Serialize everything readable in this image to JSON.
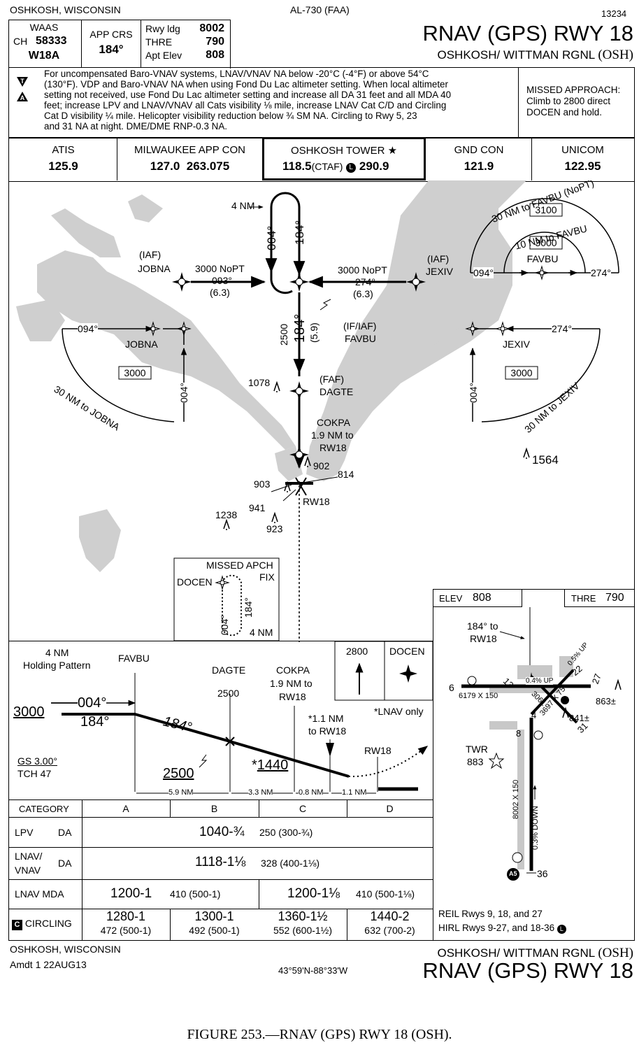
{
  "header": {
    "location": "OSHKOSH, WISCONSIN",
    "procedure_id": "AL-730 (FAA)",
    "chart_number": "13234",
    "title": "RNAV (GPS) RWY 18",
    "airport": "OSHKOSH/ WITTMAN RGNL",
    "airport_id": "(OSH)"
  },
  "briefing": {
    "waas_label": "WAAS",
    "ch_label": "CH",
    "ch_value": "58333",
    "waas_id": "W18A",
    "app_crs_label": "APP CRS",
    "app_crs_value": "184°",
    "rwy_ldg_label": "Rwy ldg",
    "rwy_ldg_value": "8002",
    "thre_label": "THRE",
    "thre_value": "790",
    "apt_elev_label": "Apt Elev",
    "apt_elev_value": "808"
  },
  "notes": {
    "line1": "For uncompensated Baro-VNAV systems, LNAV/VNAV NA below -20°C (-4°F) or above 54°C",
    "line2": "(130°F).  VDP and Baro-VNAV NA when using Fond Du Lac altimeter setting.  When local altimeter",
    "line3": "setting not received, use Fond Du Lac altimeter setting and increase all DA 31 feet and all MDA 40",
    "line4": "feet; increase LPV and LNAV/VNAV all Cats visibility ⅛ mile, increase LNAV Cat C/D and Circling",
    "line5": "Cat D visibility ¼ mile.  Helicopter visibility reduction below ¾ SM NA.  Circling to Rwy 5, 23",
    "line6": "and 31 NA at night.  DME/DME RNP-0.3 NA.",
    "missed_l1": "MISSED APPROACH:",
    "missed_l2": "Climb to 2800 direct",
    "missed_l3": "DOCEN and hold."
  },
  "comms": [
    {
      "label": "ATIS",
      "value": "125.9"
    },
    {
      "label": "MILWAUKEE APP CON",
      "value": "127.0  263.075"
    },
    {
      "label": "OSHKOSH TOWER ★",
      "value": "118.5",
      "ctaf": "(CTAF)",
      "ctaf_icon": "L",
      "value2": "290.9"
    },
    {
      "label": "GND CON",
      "value": "121.9"
    },
    {
      "label": "UNICOM",
      "value": "122.95"
    }
  ],
  "plan": {
    "hold_dist": "4 NM",
    "hold_out": "004°",
    "hold_in": "184°",
    "iaf_w_tag": "(IAF)",
    "iaf_w": "JOBNA",
    "w_alt": "3000 NoPT",
    "w_crs": "093°",
    "w_dist": "(6.3)",
    "iaf_e_tag": "(IAF)",
    "iaf_e": "JEXIV",
    "e_alt": "3000 NoPT",
    "e_crs": "274°",
    "e_dist": "(6.3)",
    "if_tag": "(IF/IAF)",
    "if_name": "FAVBU",
    "seg_alt": "2500",
    "seg_crs": "184°",
    "seg_dist": "(5.9)",
    "faf_tag": "(FAF)",
    "faf_name": "DAGTE",
    "obs1078": "1078",
    "cokpa_name": "COKPA",
    "cokpa_d1": "1.9 NM to",
    "cokpa_d2": "RW18",
    "obs902": "902",
    "obs814": "814",
    "obs903": "903",
    "obs941": "941",
    "rw18": "RW18",
    "obs1238": "1238",
    "obs923": "923",
    "obs1564": "1564",
    "taa_w_crs": "094°",
    "taa_w_fix": "JOBNA",
    "taa_w_alt": "3000",
    "taa_w_crs2": "004°",
    "taa_w_arc": "30 NM to JOBNA",
    "taa_e_crs": "274°",
    "taa_e_fix": "JEXIV",
    "taa_e_alt": "3000",
    "taa_e_crs2": "004°",
    "taa_e_arc": "30 NM to JEXIV",
    "taa_n_arc_outer": "30 NM to FAVBU (NoPT)",
    "taa_n_arc_inner": "10 NM to FAVBU",
    "taa_n_alt1": "3100",
    "taa_n_alt2": "3000",
    "taa_n_fix": "FAVBU",
    "taa_n_crs_w": "094°",
    "taa_n_crs_e": "274°",
    "inset_t1": "MISSED APCH",
    "inset_t2": "FIX",
    "inset_fix": "DOCEN",
    "inset_crs1": "184°",
    "inset_crs2": "004°",
    "inset_dist": "4 NM"
  },
  "profile": {
    "hold_l1": "4 NM",
    "hold_l2": "Holding Pattern",
    "favbu": "FAVBU",
    "dagte": "DAGTE",
    "dagte_alt": "2500",
    "cokpa": "COKPA",
    "cokpa_l1": "1.9 NM to",
    "cokpa_l2": "RW18",
    "alt3000": "3000",
    "crs004": "004°",
    "crs184a": "184°",
    "crs184b": "184°",
    "alt2500": "2500",
    "gs": "GS 3.00°",
    "tch": "TCH 47",
    "alt1440": "1440",
    "alt1440_star": "*",
    "vdp_l1": "*1.1 NM",
    "vdp_l2": "to RW18",
    "lnav_only": "*LNAV only",
    "rw18": "RW18",
    "d1": "5.9 NM",
    "d2": "3.3 NM",
    "d3": "0.8 NM",
    "d4": "1.1 NM",
    "missed_alt": "2800",
    "missed_fix": "DOCEN"
  },
  "minimums": {
    "cat_label": "CATEGORY",
    "cats": [
      "A",
      "B",
      "C",
      "D"
    ],
    "lpv_label": "LPV",
    "lpv_type": "DA",
    "lpv_value": "1040-¾",
    "lpv_hat": "250 (300-¾)",
    "lnavvnav_label1": "LNAV/",
    "lnavvnav_label2": "VNAV",
    "lnavvnav_type": "DA",
    "lnavvnav_value": "1118-1⅛",
    "lnavvnav_hat": "328 (400-1⅛)",
    "lnav_label": "LNAV MDA",
    "lnav_ab": "1200-1",
    "lnav_ab_hat": "410 (500-1)",
    "lnav_cd": "1200-1⅛",
    "lnav_cd_hat": "410 (500-1⅛)",
    "circ_icon": "C",
    "circ_label": "CIRCLING",
    "circ": [
      {
        "v": "1280-1",
        "h": "472 (500-1)"
      },
      {
        "v": "1300-1",
        "h": "492 (500-1)"
      },
      {
        "v": "1360-1½",
        "h": "552 (600-1½)"
      },
      {
        "v": "1440-2",
        "h": "632 (700-2)"
      }
    ]
  },
  "airport_diagram": {
    "elev_label": "ELEV",
    "elev_value": "808",
    "thre_label": "THRE",
    "thre_value": "790",
    "note_l1": "184° to",
    "note_l2": "RW18",
    "rwy_6": "6",
    "rwy_13": "13",
    "rwy_9_24": "6179 X 150",
    "rwy_27": "27",
    "rwy_22": "22",
    "grad_up1": "0.4% UP",
    "grad_up2": "0.5% UP",
    "rwy_5": "5",
    "rwy_3061": "3061",
    "rwy_3697": "3697 X 75",
    "rwy_4": "4",
    "rwy_31": "31",
    "rwy_8": "8",
    "dim_main": "8002 X 150",
    "grad_down": "0.3% DOWN",
    "rwy_36": "36",
    "obs863": "863±",
    "obs841": "841±",
    "twr_l1": "TWR",
    "twr_l2": "883",
    "reil": "REIL Rwys 9, 18, and 27",
    "hirl": "HIRL Rwys 9-27, and 18-36",
    "hirl_icon": "L",
    "a5": "A5"
  },
  "footer": {
    "location": "OSHKOSH, WISCONSIN",
    "amdt": "Amdt 1  22AUG13",
    "coords": "43°59'N-88°33'W",
    "airport": "OSHKOSH/ WITTMAN RGNL",
    "airport_id": "(OSH)",
    "title": "RNAV (GPS) RWY 18"
  },
  "caption": "FIGURE 253.—RNAV (GPS) RWY 18 (OSH)."
}
